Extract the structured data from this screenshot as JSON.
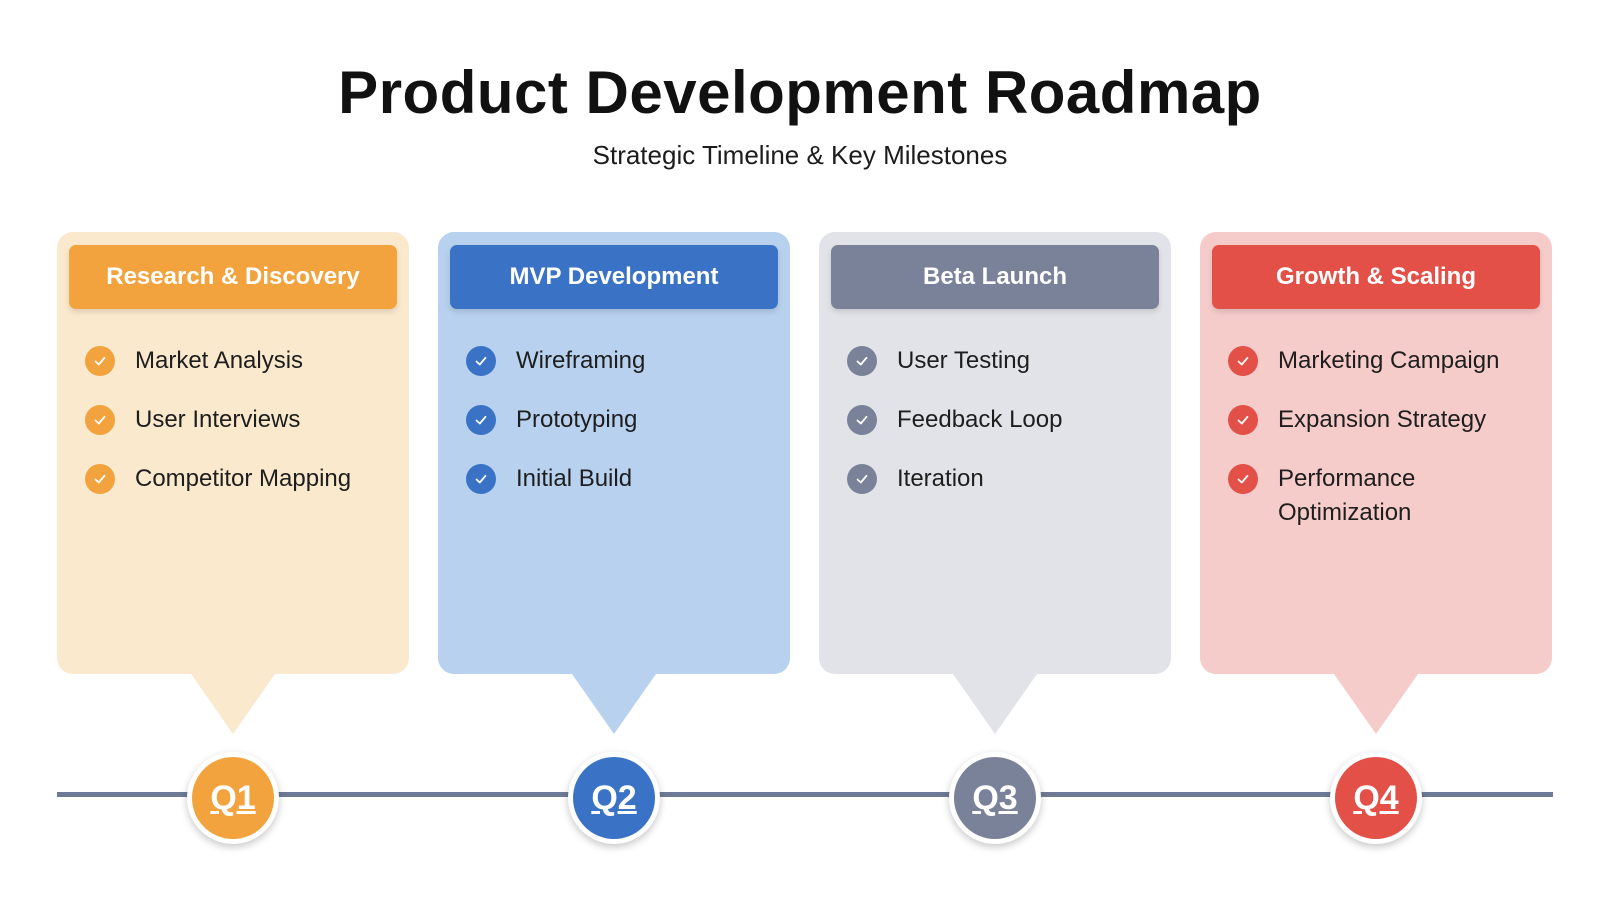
{
  "title": "Product Development Roadmap",
  "subtitle": "Strategic Timeline & Key Milestones",
  "phases": [
    {
      "quarter": "Q1",
      "header": "Research & Discovery",
      "color": "#f3a33e",
      "card_bg": "#fbe9cd",
      "items": [
        "Market Analysis",
        "User Interviews",
        "Competitor Mapping"
      ]
    },
    {
      "quarter": "Q2",
      "header": "MVP Development",
      "color": "#3a73c6",
      "card_bg": "#b8d1ee",
      "items": [
        "Wireframing",
        "Prototyping",
        "Initial Build"
      ]
    },
    {
      "quarter": "Q3",
      "header": "Beta Launch",
      "color": "#7a8299",
      "card_bg": "#e2e3e8",
      "items": [
        "User Testing",
        "Feedback Loop",
        "Iteration"
      ]
    },
    {
      "quarter": "Q4",
      "header": "Growth & Scaling",
      "color": "#e35048",
      "card_bg": "#f6cccb",
      "items": [
        "Marketing Campaign",
        "Expansion Strategy",
        "Performance Optimization"
      ]
    }
  ],
  "icons": {
    "check": "check-circle-icon"
  },
  "timeline_color": "#6f7b96"
}
